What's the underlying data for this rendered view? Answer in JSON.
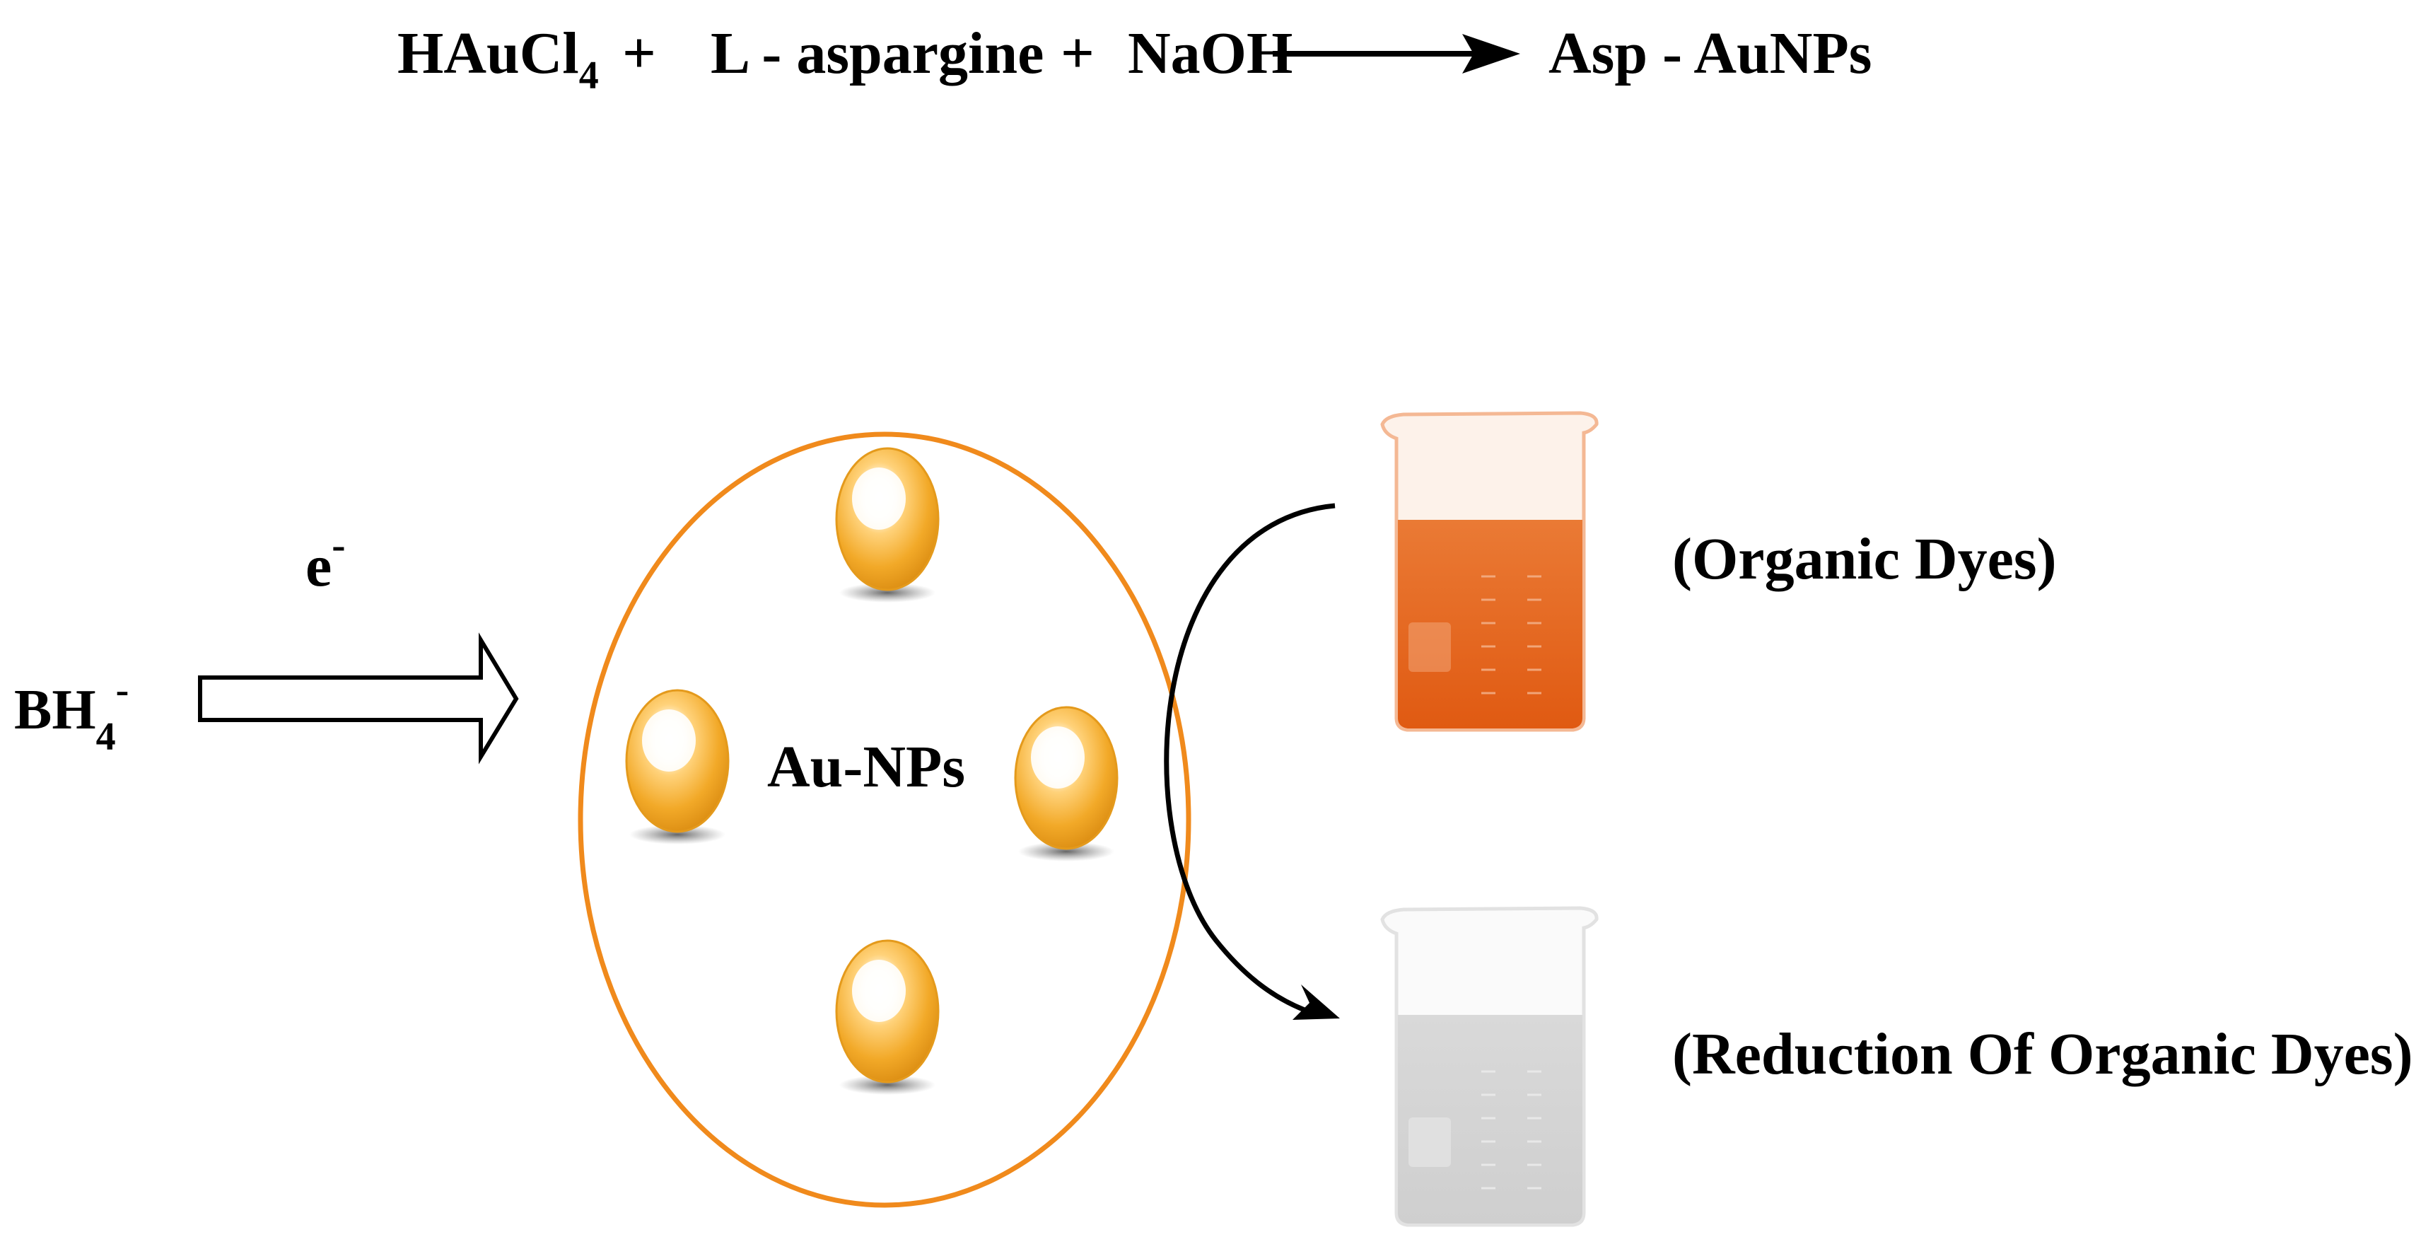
{
  "equation": {
    "reactant_1": "HAuCl",
    "reactant_1_subscript": "4",
    "plus_1": "+",
    "reactant_2": "L - aspargine",
    "plus_2": "+",
    "reactant_3": "NaOH",
    "product": "Asp - AuNPs"
  },
  "reducer": {
    "label": "BH",
    "label_subscript": "4",
    "label_superscript": "-",
    "electron": "e",
    "electron_superscript": "-"
  },
  "nanoparticles": {
    "label": "Au-NPs",
    "circle_color": "#f08a1c",
    "particle_color": "#f2a928",
    "particle_count": 4
  },
  "beakers": {
    "before_label": "(Organic Dyes)",
    "after_label": "(Reduction Of Organic Dyes)",
    "dye_color": "#e8691f",
    "reduced_color": "#d4d4d4"
  },
  "icons": [
    "reaction-arrow-icon",
    "hollow-arrow-icon",
    "curved-arrow-icon",
    "beaker-icon",
    "gold-nanoparticle-icon"
  ]
}
